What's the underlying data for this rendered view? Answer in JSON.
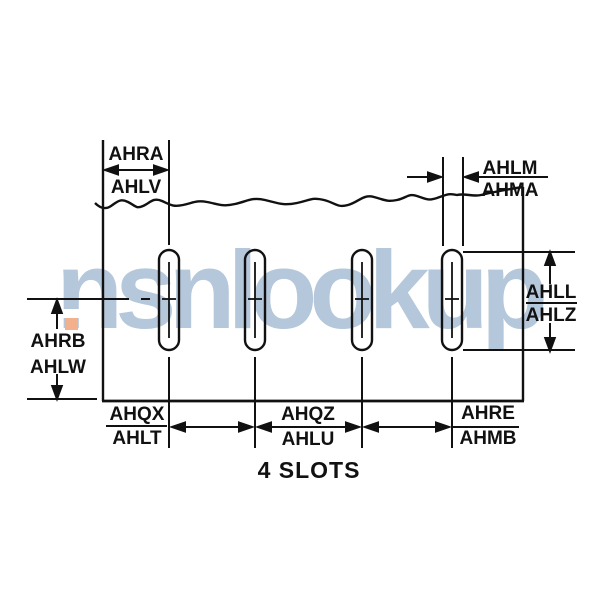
{
  "watermark": {
    "text": "nsnlookup",
    "color": "#b5c7da",
    "accent_color": "#f2b08c"
  },
  "caption": "4 SLOTS",
  "labels": {
    "top_left": {
      "line1": "AHRA",
      "line2": "AHLV"
    },
    "top_right": {
      "line1": "AHLM",
      "line2": "AHMA"
    },
    "right": {
      "line1": "AHLL",
      "line2": "AHLZ"
    },
    "left": {
      "line1": "AHRB",
      "line2": "AHLW"
    },
    "bottom_left": {
      "line1": "AHQX",
      "line2": "AHLT"
    },
    "bottom_center": {
      "line1": "AHQZ",
      "line2": "AHLU"
    },
    "bottom_right": {
      "line1": "AHRE",
      "line2": "AHMB"
    }
  },
  "line_color": "#111111"
}
